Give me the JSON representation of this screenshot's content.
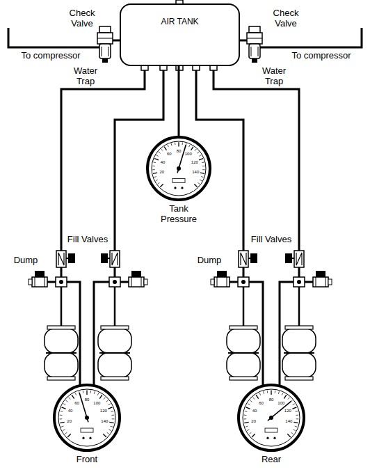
{
  "diagram": {
    "nodes": [
      {
        "text": [
          "AIR TANK"
        ]
      },
      {
        "text": [
          "Tank Pressure"
        ]
      },
      {
        "text": [
          "Front"
        ]
      },
      {
        "text": [
          "Rear"
        ]
      }
    ],
    "edges": [
      {
        "from": 0,
        "to": 1,
        "arrow": "none"
      }
    ],
    "labels": [
      "Check Valve",
      "Check Valve",
      "To compressor",
      "To compressor",
      "Water Trap",
      "Water Trap",
      "Fill Valves",
      "Fill Valves",
      "Dump",
      "Dump",
      "20",
      "40",
      "60",
      "80",
      "100",
      "120",
      "140",
      "20",
      "40",
      "60",
      "80",
      "100",
      "120",
      "140",
      "20",
      "40",
      "60",
      "80",
      "100",
      "120",
      "140"
    ]
  }
}
